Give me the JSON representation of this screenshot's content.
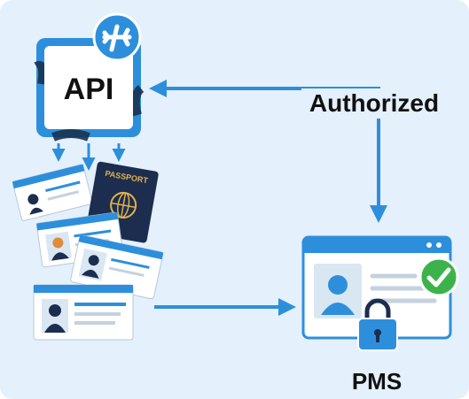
{
  "api": {
    "label": "API",
    "badge_icon": "airplane-icon"
  },
  "edge": {
    "label": "Authorized"
  },
  "pms": {
    "label": "PMS",
    "status_icon": "checkmark-icon",
    "lock_icon": "lock-icon"
  },
  "passport": {
    "label": "PASSPORT"
  },
  "colors": {
    "background": "#e4f0fb",
    "accent": "#2d8fdc",
    "dark": "#17324f",
    "navy": "#1d2d4f",
    "gold": "#e0b24a",
    "green": "#3cb34a"
  }
}
